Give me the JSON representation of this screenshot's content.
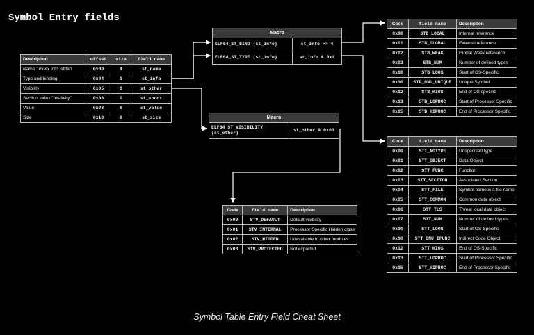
{
  "page": {
    "title": "Symbol Entry fields",
    "caption": "Symbol Table Entry Field Cheat Sheet"
  },
  "main_table": {
    "headers": [
      "Description",
      "offset",
      "size",
      "field name"
    ],
    "rows": [
      [
        "Name : index into .strtab",
        "0x00",
        "4",
        "st_name"
      ],
      [
        "Type and binding",
        "0x04",
        "1",
        "st_info"
      ],
      [
        "Visibility",
        "0x05",
        "1",
        "st_other"
      ],
      [
        "Section Index \"relativity\"",
        "0x06",
        "2",
        "st_shndx"
      ],
      [
        "Value",
        "0x08",
        "8",
        "st_value"
      ],
      [
        "Size",
        "0x10",
        "8",
        "st_size"
      ]
    ]
  },
  "macro_info": {
    "header": "Macro",
    "rows": [
      [
        "ELF64_ST_BIND (st_info)",
        "st_info >> 4"
      ],
      [
        "ELF64_ST_TYPE (st_info)",
        "st_info & 0xf"
      ]
    ]
  },
  "macro_other": {
    "header": "Macro",
    "row": [
      "ELF64_ST_VISIBILITY\n(st_other)",
      "st_other & 0x03"
    ]
  },
  "bind_table": {
    "headers": [
      "Code",
      "field name",
      "Description"
    ],
    "rows": [
      [
        "0x00",
        "STB_LOCAL",
        "Internal reference"
      ],
      [
        "0x01",
        "STB_GLOBAL",
        "External reference"
      ],
      [
        "0x02",
        "STB_WEAK",
        "Global Weak reference"
      ],
      [
        "0x03",
        "STB_NUM",
        "Number of defined types"
      ],
      [
        "0x10",
        "STB_LOOS",
        "Start of OS-Specific"
      ],
      [
        "0x10",
        "STB_GNU_UNIQUE",
        "Unique Symbol"
      ],
      [
        "0x12",
        "STB_HIOS",
        "End of OS specific"
      ],
      [
        "0x13",
        "STB_LOPROC",
        "Start of Processor Specific"
      ],
      [
        "0x15",
        "STB_HIPROC",
        "End of Processor Specific"
      ]
    ]
  },
  "type_table": {
    "headers": [
      "Code",
      "field name",
      "Description"
    ],
    "rows": [
      [
        "0x00",
        "STT_NOTYPE",
        "Unspecified type"
      ],
      [
        "0x01",
        "STT_OBJECT",
        "Data Object"
      ],
      [
        "0x02",
        "STT_FUNC",
        "Function"
      ],
      [
        "0x03",
        "STT_SECTION",
        "Associated Section"
      ],
      [
        "0x04",
        "STT_FILE",
        "Symbol name is a file name"
      ],
      [
        "0x05",
        "STT_COMMON",
        "Common data object"
      ],
      [
        "0x06",
        "STT_TLS",
        "Threat local data object"
      ],
      [
        "0x07",
        "STT_NUM",
        "Number of defined types"
      ],
      [
        "0x10",
        "STT_LOOS",
        "Start of OS-Specific"
      ],
      [
        "0x10",
        "STT_GNU_IFUNC",
        "Indirect Code Object"
      ],
      [
        "0x12",
        "STT_HIOS",
        "End of OS-Specific"
      ],
      [
        "0x13",
        "STT_LOPROC",
        "Start of Processor Specific"
      ],
      [
        "0x15",
        "STT_HIPROC",
        "End of Processor Specific"
      ]
    ]
  },
  "vis_table": {
    "headers": [
      "Code",
      "field name",
      "Description"
    ],
    "rows": [
      [
        "0x00",
        "STV_DEFAULT",
        "Default visibility"
      ],
      [
        "0x01",
        "STV_INTERNAL",
        "Processor Specific Hidden class"
      ],
      [
        "0x02",
        "STV_HIDDEN",
        "Unavailable to other modules"
      ],
      [
        "0x03",
        "STV_PROTECTED",
        "Not exported"
      ]
    ]
  }
}
